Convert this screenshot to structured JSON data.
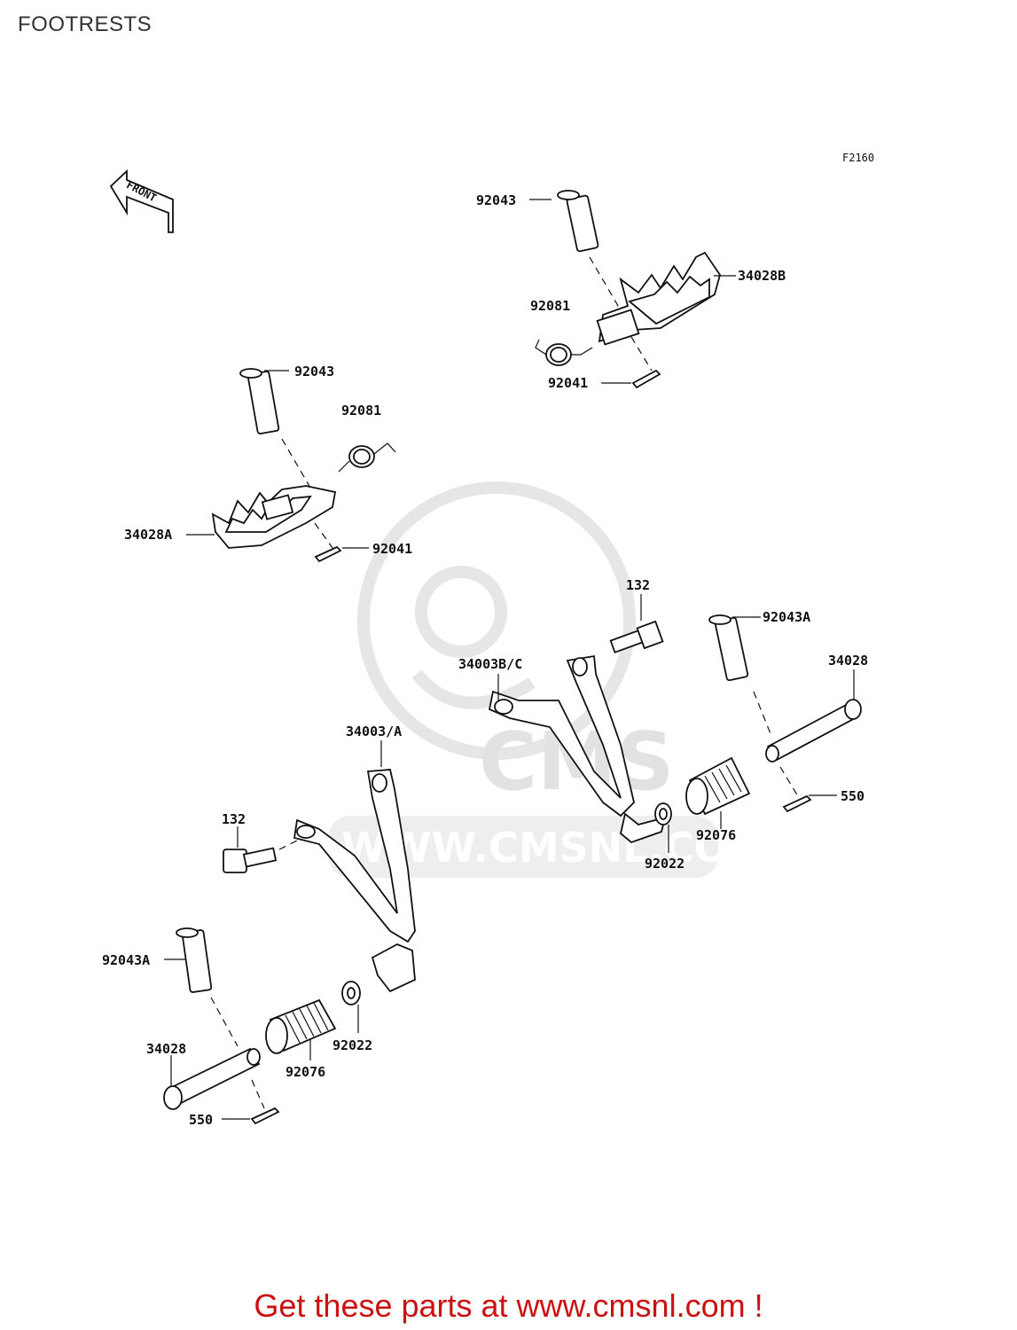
{
  "page": {
    "title": "FOOTRESTS",
    "figure_code": "F2160",
    "front_arrow_label": "FRONT"
  },
  "watermark": {
    "brand": "CMS",
    "url": "WWW.CMSNL.COM"
  },
  "callouts": {
    "upper_right": {
      "pin": "92043",
      "footrest": "34028B",
      "spring": "92081",
      "cotter": "92041"
    },
    "upper_left": {
      "pin": "92043",
      "spring": "92081",
      "footrest": "34028A",
      "cotter": "92041"
    },
    "right_bracket": {
      "bolt": "132",
      "pin": "92043A",
      "bracket": "34003B/C",
      "shaft": "34028",
      "cotter": "550",
      "rubber": "92076",
      "washer": "92022"
    },
    "left_bracket": {
      "bracket": "34003/A",
      "bolt": "132",
      "pin": "92043A",
      "shaft": "34028",
      "rubber": "92076",
      "washer": "92022",
      "cotter": "550"
    }
  },
  "footer": {
    "cta": "Get these parts at www.cmsnl.com !"
  },
  "colors": {
    "line": "#111111",
    "watermark": "#e2e2e2",
    "cta": "#cc1111",
    "title": "#333333"
  }
}
